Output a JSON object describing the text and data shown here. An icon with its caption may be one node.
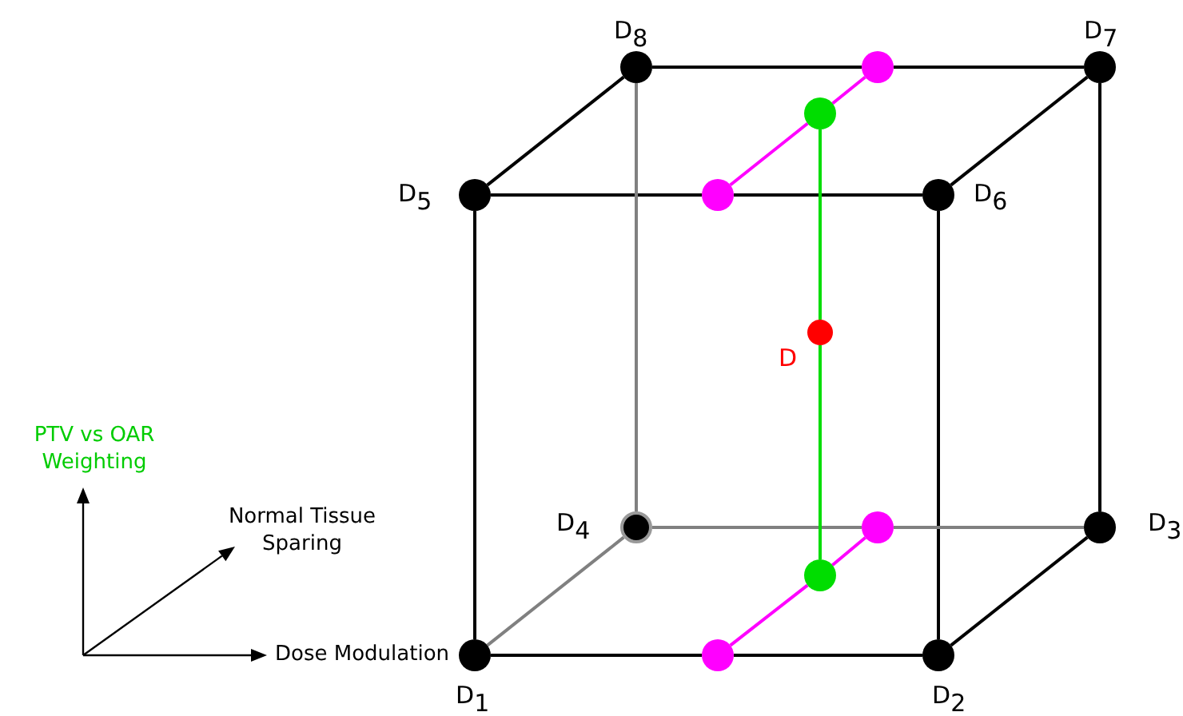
{
  "diagram": {
    "nodes": [
      {
        "text": [],
        "shape": "circle",
        "beside": [
          "D$_{8}$"
        ]
      },
      {
        "text": [],
        "shape": "circle"
      },
      {
        "text": [],
        "shape": "circle",
        "beside": [
          "D$_{7}$"
        ]
      },
      {
        "text": [],
        "shape": "circle"
      },
      {
        "text": [],
        "shape": "circle",
        "beside": [
          "D$_{5}$"
        ]
      },
      {
        "text": [],
        "shape": "circle"
      },
      {
        "text": [],
        "shape": "circle",
        "beside": [
          "D$_{6}$"
        ]
      },
      {
        "text": [],
        "shape": "circle",
        "beside": [
          "D"
        ]
      },
      {
        "text": [],
        "shape": "circle",
        "beside": [
          "D$_{4}$"
        ]
      },
      {
        "text": [],
        "shape": "circle"
      },
      {
        "text": [],
        "shape": "circle",
        "beside": [
          "D$_{3}$"
        ]
      },
      {
        "text": [],
        "shape": "circle"
      },
      {
        "text": [],
        "shape": "circle",
        "beside": [
          "D$_{1}$"
        ]
      },
      {
        "text": [],
        "shape": "circle"
      },
      {
        "text": [],
        "shape": "circle",
        "beside": [
          "D$_{2}$"
        ]
      }
    ],
    "edges": [
      {
        "from": 0,
        "to": 1,
        "arrow": "none"
      },
      {
        "from": 1,
        "to": 2,
        "arrow": "none"
      },
      {
        "from": 0,
        "to": 4,
        "arrow": "none"
      },
      {
        "from": 2,
        "to": 6,
        "arrow": "none"
      },
      {
        "from": 4,
        "to": 5,
        "arrow": "none"
      },
      {
        "from": 5,
        "to": 6,
        "arrow": "none"
      },
      {
        "from": 4,
        "to": 12,
        "arrow": "none"
      },
      {
        "from": 6,
        "to": 14,
        "arrow": "none"
      },
      {
        "from": 2,
        "to": 10,
        "arrow": "none"
      },
      {
        "from": 10,
        "to": 14,
        "arrow": "none"
      },
      {
        "from": 12,
        "to": 13,
        "arrow": "none"
      },
      {
        "from": 13,
        "to": 14,
        "arrow": "none"
      },
      {
        "from": 0,
        "to": 8,
        "arrow": "none",
        "color": "#808080"
      },
      {
        "from": 8,
        "to": 12,
        "arrow": "none",
        "color": "#808080"
      },
      {
        "from": 8,
        "to": 9,
        "arrow": "none",
        "color": "#808080"
      },
      {
        "from": 9,
        "to": 10,
        "arrow": "none",
        "color": "#808080"
      },
      {
        "from": 13,
        "to": 11,
        "arrow": "none",
        "color": "#ff00ff"
      },
      {
        "from": 11,
        "to": 9,
        "arrow": "none",
        "color": "#ff00ff"
      },
      {
        "from": 5,
        "to": 3,
        "arrow": "none",
        "color": "#ff00ff"
      },
      {
        "from": 3,
        "to": 1,
        "arrow": "none",
        "color": "#ff00ff"
      },
      {
        "from": 11,
        "to": 7,
        "arrow": "none",
        "color": "#00dd00"
      },
      {
        "from": 7,
        "to": 3,
        "arrow": "none",
        "color": "#00dd00"
      }
    ],
    "labels": [
      "PTV vs OAR Weighting",
      "Normal Tissue Sparing",
      "Dose Modulation"
    ]
  }
}
